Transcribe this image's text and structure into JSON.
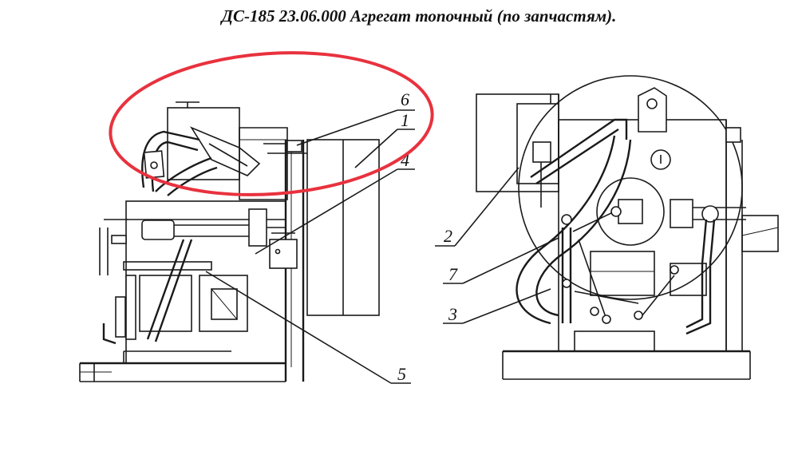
{
  "title": "ДС-185 23.06.000 Агрегат топочный (по запчастям).",
  "highlight_color": "#e8323e",
  "callouts": {
    "c1": "1",
    "c2": "2",
    "c3": "3",
    "c4": "4",
    "c5": "5",
    "c6": "6",
    "c7": "7"
  }
}
